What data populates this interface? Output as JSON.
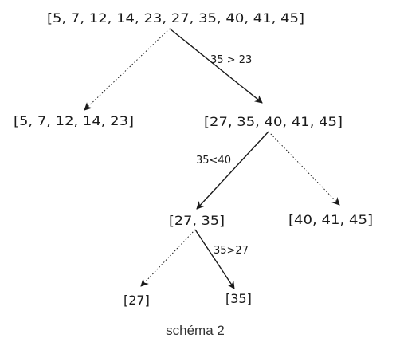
{
  "diagram": {
    "nodes": {
      "root": "[5, 7, 12, 14, 23, 27, 35, 40, 41, 45]",
      "left1": "[5, 7, 12, 14, 23]",
      "right1": "[27, 35, 40, 41, 45]",
      "left2": "[27, 35]",
      "right2": "[40, 41, 45]",
      "left3": "[27]",
      "right3": "[35]"
    },
    "edge_labels": {
      "root_right1": "35 > 23",
      "right1_left2": "35<40",
      "left2_right3": "35>27"
    },
    "caption": "schéma 2",
    "colors": {
      "text": "#1a1a1a",
      "highlight": "#d21f1f",
      "edge": "#1a1a1a"
    }
  }
}
